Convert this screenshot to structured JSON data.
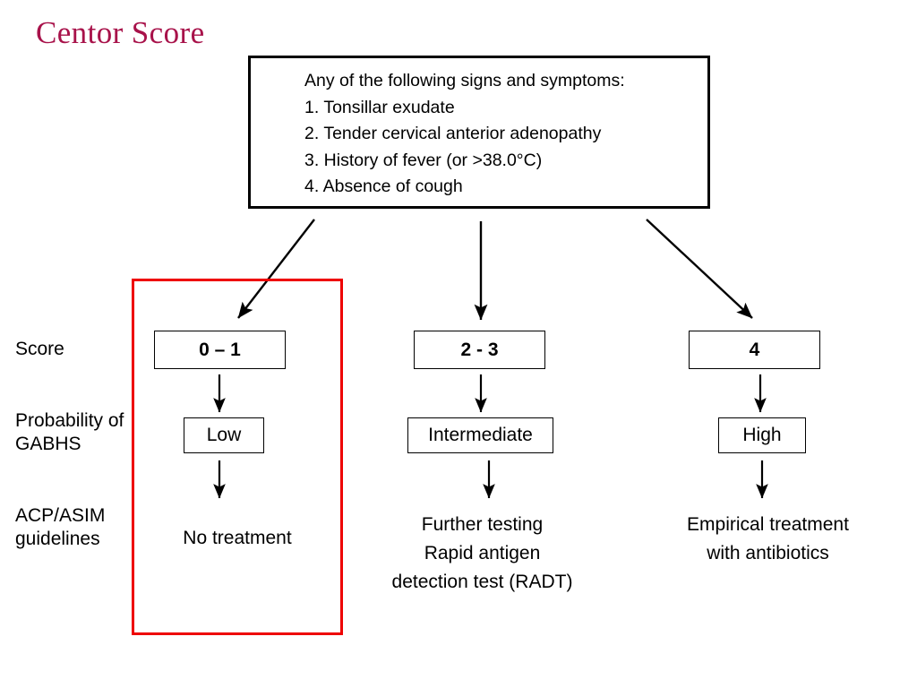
{
  "page": {
    "title": "Centor Score",
    "title_color": "#A8124A",
    "background": "#ffffff",
    "highlight_color": "#EE0000"
  },
  "criteria": {
    "heading": "Any of the following signs and symptoms:",
    "items": [
      "1. Tonsillar exudate",
      "2. Tender cervical anterior adenopathy",
      "3. History of fever (or >38.0°C)",
      "4. Absence of cough"
    ]
  },
  "row_labels": {
    "score": "Score",
    "probability_line1": "Probability of",
    "probability_line2": "GABHS",
    "guidelines_line1": "ACP/ASIM",
    "guidelines_line2": "guidelines"
  },
  "columns": [
    {
      "id": "low",
      "score": "0 – 1",
      "probability": "Low",
      "outcome_lines": [
        "No treatment"
      ],
      "highlighted": true
    },
    {
      "id": "intermediate",
      "score": "2 - 3",
      "probability": "Intermediate",
      "outcome_lines": [
        "Further testing",
        "Rapid antigen",
        "detection test (RADT)"
      ],
      "highlighted": false
    },
    {
      "id": "high",
      "score": "4",
      "probability": "High",
      "outcome_lines": [
        "Empirical treatment",
        "with antibiotics"
      ],
      "highlighted": false
    }
  ],
  "icons": {
    "arrow_head": "arrow-head-icon"
  }
}
